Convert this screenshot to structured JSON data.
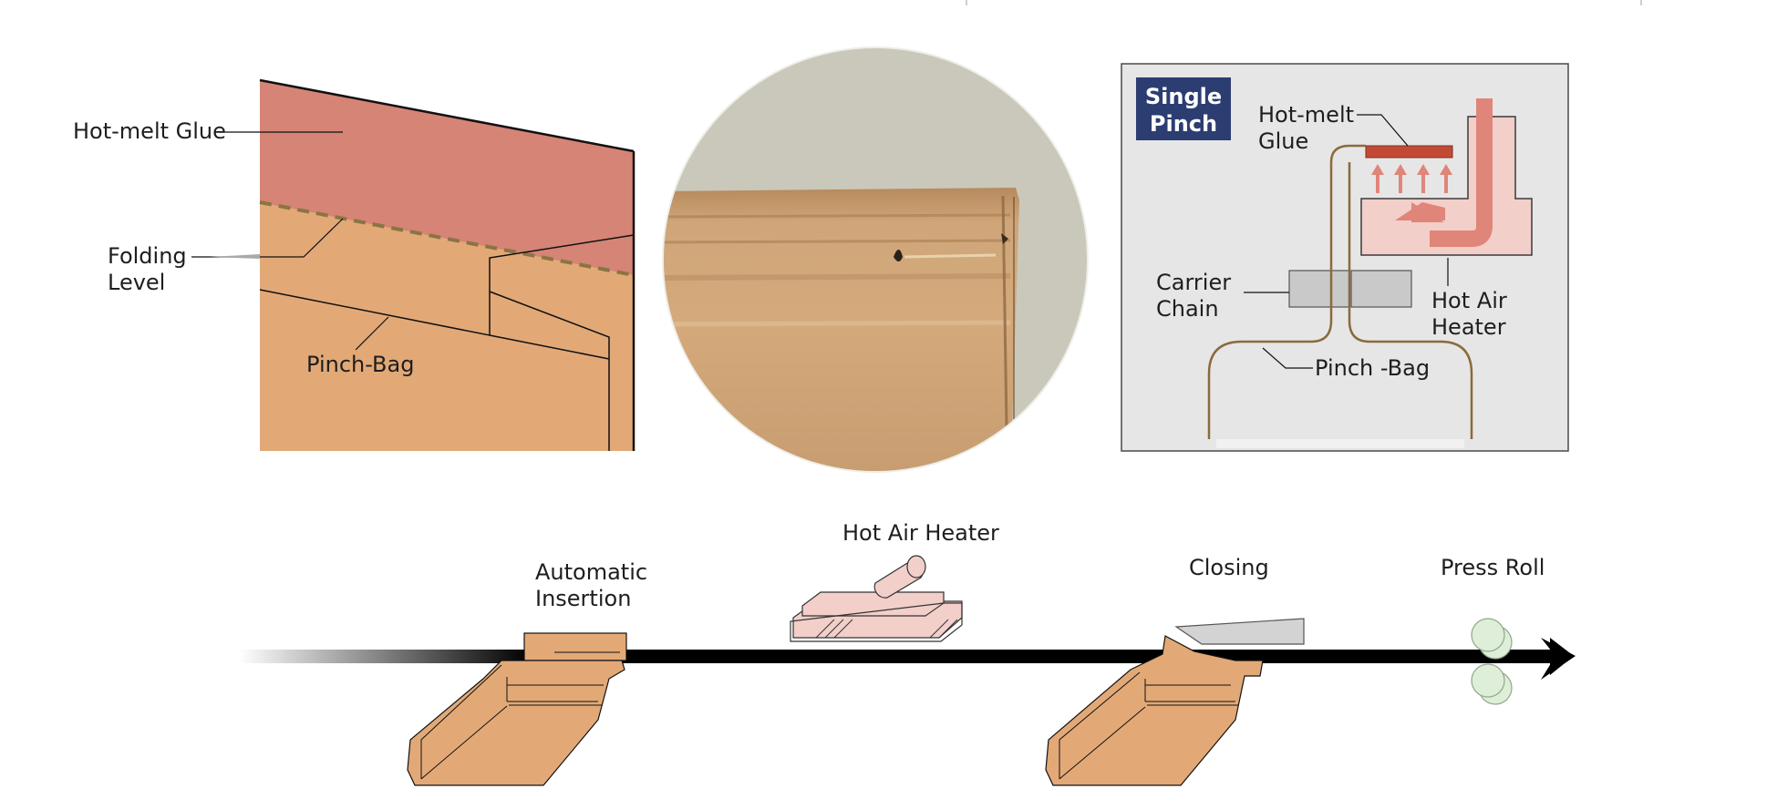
{
  "panel_fold": {
    "label_glue": "Hot-melt Glue",
    "label_folding_1": "Folding",
    "label_folding_2": "Level",
    "label_pinch_bag": "Pinch-Bag"
  },
  "panel_heater": {
    "badge_1": "Single",
    "badge_2": "Pinch",
    "label_glue_1": "Hot-melt",
    "label_glue_2": "Glue",
    "label_chain_1": "Carrier",
    "label_chain_2": "Chain",
    "label_heater_1": "Hot Air",
    "label_heater_2": "Heater",
    "label_bag": "Pinch -Bag"
  },
  "process": {
    "step_insertion_1": "Automatic",
    "step_insertion_2": "Insertion",
    "step_heater": "Hot Air Heater",
    "step_closing": "Closing",
    "step_press_roll": "Press Roll"
  },
  "colors": {
    "glue": "#d58476",
    "bag": "#e2a977",
    "heater_pink": "#f2cfc9",
    "badge_navy": "#2c3d72",
    "panel_grey": "#e6e6e6",
    "roll_green": "#dfeed8",
    "photo_bg": "#c9c8bb"
  }
}
